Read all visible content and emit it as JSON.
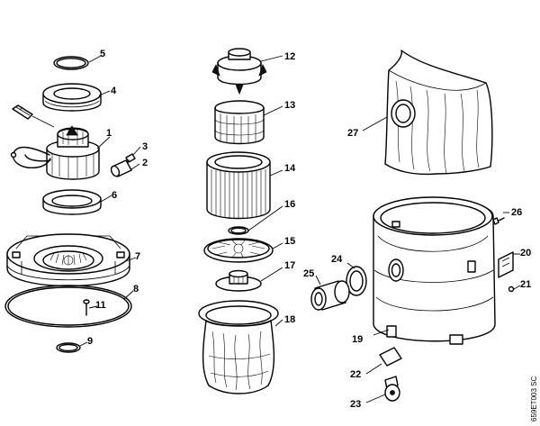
{
  "diagram": {
    "callouts": [
      "1",
      "2",
      "3",
      "4",
      "5",
      "6",
      "7",
      "8",
      "9",
      "11",
      "12",
      "13",
      "14",
      "15",
      "16",
      "17",
      "18",
      "19",
      "20",
      "21",
      "22",
      "23",
      "24",
      "25",
      "26",
      "27"
    ],
    "drawing_code": "659ET003 SC"
  }
}
